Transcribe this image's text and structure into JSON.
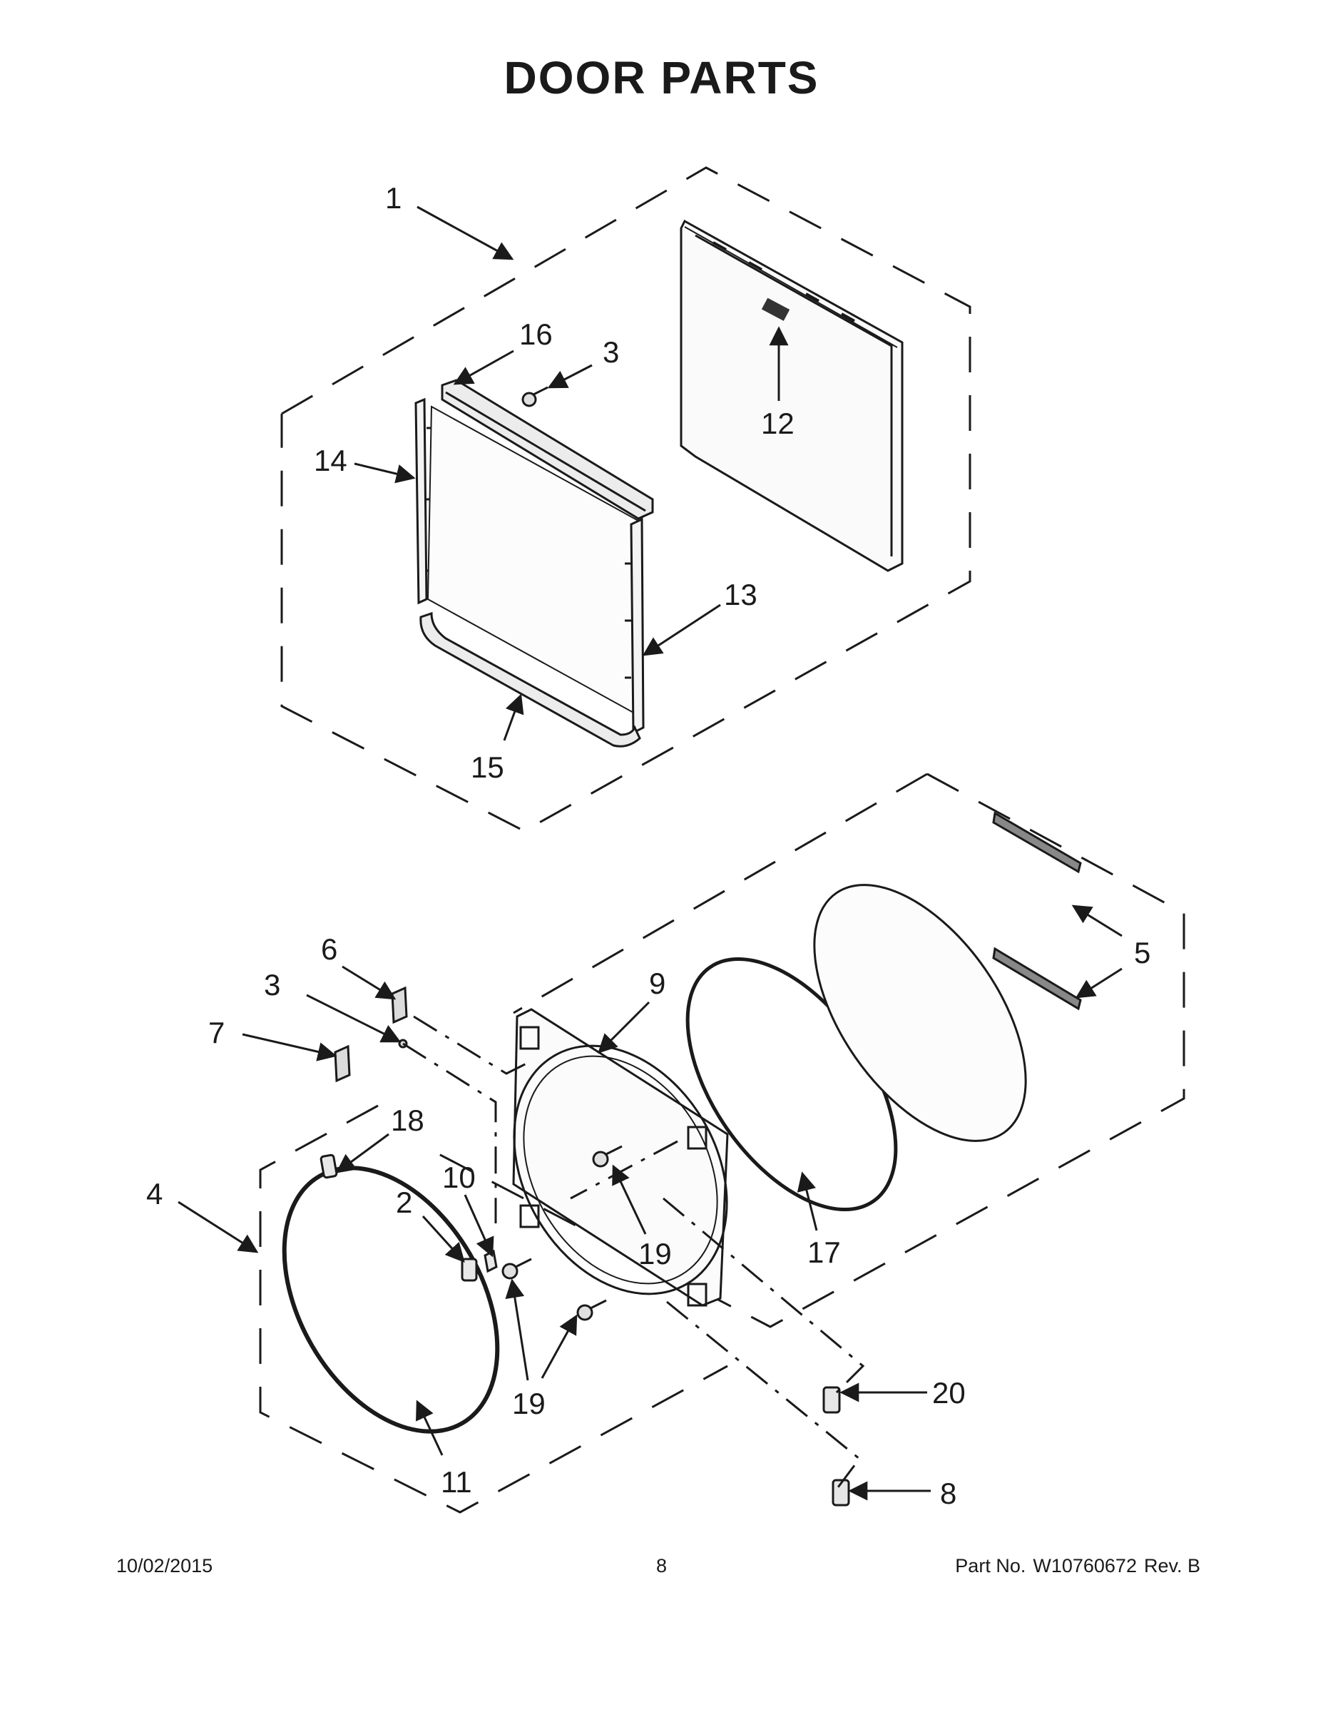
{
  "page": {
    "title": "DOOR PARTS"
  },
  "callouts": [
    "1",
    "16",
    "3",
    "12",
    "14",
    "13",
    "15",
    "6",
    "3",
    "9",
    "5",
    "7",
    "18",
    "4",
    "10",
    "2",
    "19",
    "17",
    "20",
    "19",
    "11",
    "8"
  ],
  "footer": {
    "date": "10/02/2015",
    "page_number": "8",
    "part_label": "Part No.",
    "part_number": "W10760672",
    "revision": "Rev.  B"
  }
}
